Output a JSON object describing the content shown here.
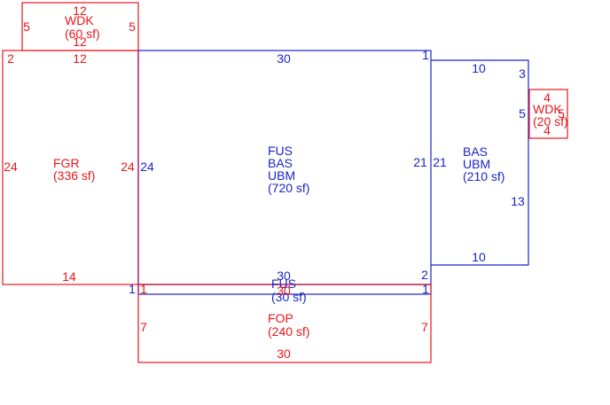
{
  "colors": {
    "red": "#e8161b",
    "blue": "#1a24c9",
    "background": "#ffffff"
  },
  "areas": {
    "wdk_top": {
      "name": "WDK",
      "area": "(60 sf)"
    },
    "fgr": {
      "name": "FGR",
      "area": "(336 sf)"
    },
    "main": {
      "line1": "FUS",
      "line2": "BAS",
      "line3": "UBM",
      "area": "(720 sf)"
    },
    "bas_right": {
      "line1": "BAS",
      "line2": "UBM",
      "area": "(210 sf)"
    },
    "wdk_right": {
      "name": "WDK",
      "area": "(20 sf)"
    },
    "fus_small": {
      "name": "FUS",
      "area": "(30 sf)"
    },
    "fop": {
      "name": "FOP",
      "area": "(240 sf)"
    }
  },
  "dims": {
    "wdk_top_top": "12",
    "wdk_top_bottom": "12",
    "wdk_top_left": "5",
    "wdk_top_right": "5",
    "fgr_top_left": "2",
    "fgr_top": "12",
    "fgr_left": "24",
    "fgr_right": "24",
    "fgr_bottom": "14",
    "main_top": "30",
    "main_left": "24",
    "main_right": "21",
    "main_top_right": "1",
    "bas_top": "10",
    "bas_notch": "3",
    "bas_left": "21",
    "bas_right": "13",
    "bas_bottom": "10",
    "bas_bottom_left": "2",
    "wdk_right_top": "4",
    "wdk_right_bottom": "4",
    "wdk_right_left": "5",
    "wdk_right_right": "5",
    "fus_small_top": "30",
    "fus_small_left": "1",
    "fus_small_right": "1",
    "fus_small_bottom": "30",
    "fop_left_top": "1",
    "fop_left": "7",
    "fop_right": "7",
    "fop_bottom": "30"
  }
}
